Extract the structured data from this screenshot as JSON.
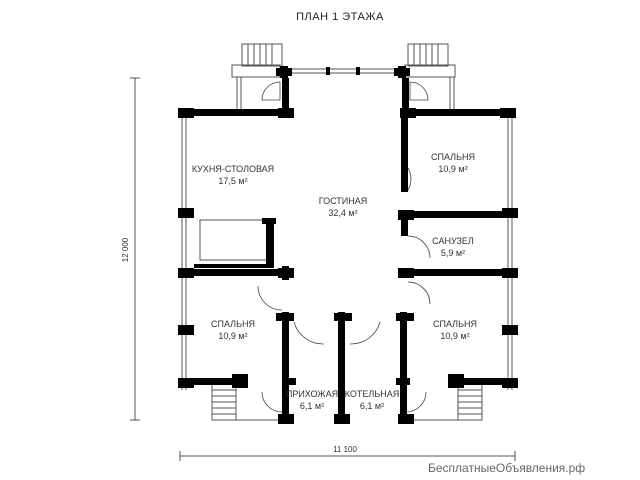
{
  "title": "ПЛАН 1 ЭТАЖА",
  "dimensions": {
    "height": "12 000",
    "width": "11 100"
  },
  "rooms": [
    {
      "id": "kitchen",
      "name": "КУХНЯ-СТОЛОВАЯ",
      "area": "17,5 м²"
    },
    {
      "id": "living",
      "name": "ГОСТИНАЯ",
      "area": "32,4 м²"
    },
    {
      "id": "bedroom-ne",
      "name": "СПАЛЬНЯ",
      "area": "10,9 м²"
    },
    {
      "id": "bath",
      "name": "САНУЗЕЛ",
      "area": "5,9 м²"
    },
    {
      "id": "bedroom-sw",
      "name": "СПАЛЬНЯ",
      "area": "10,9 м²"
    },
    {
      "id": "bedroom-se",
      "name": "СПАЛЬНЯ",
      "area": "10,9 м²"
    },
    {
      "id": "hall",
      "name": "ПРИХОЖАЯ",
      "area": "6,1 м²"
    },
    {
      "id": "boiler",
      "name": "КОТЕЛЬНАЯ",
      "area": "6,1 м²"
    }
  ],
  "watermark": "БесплатныеОбъявления.рф"
}
